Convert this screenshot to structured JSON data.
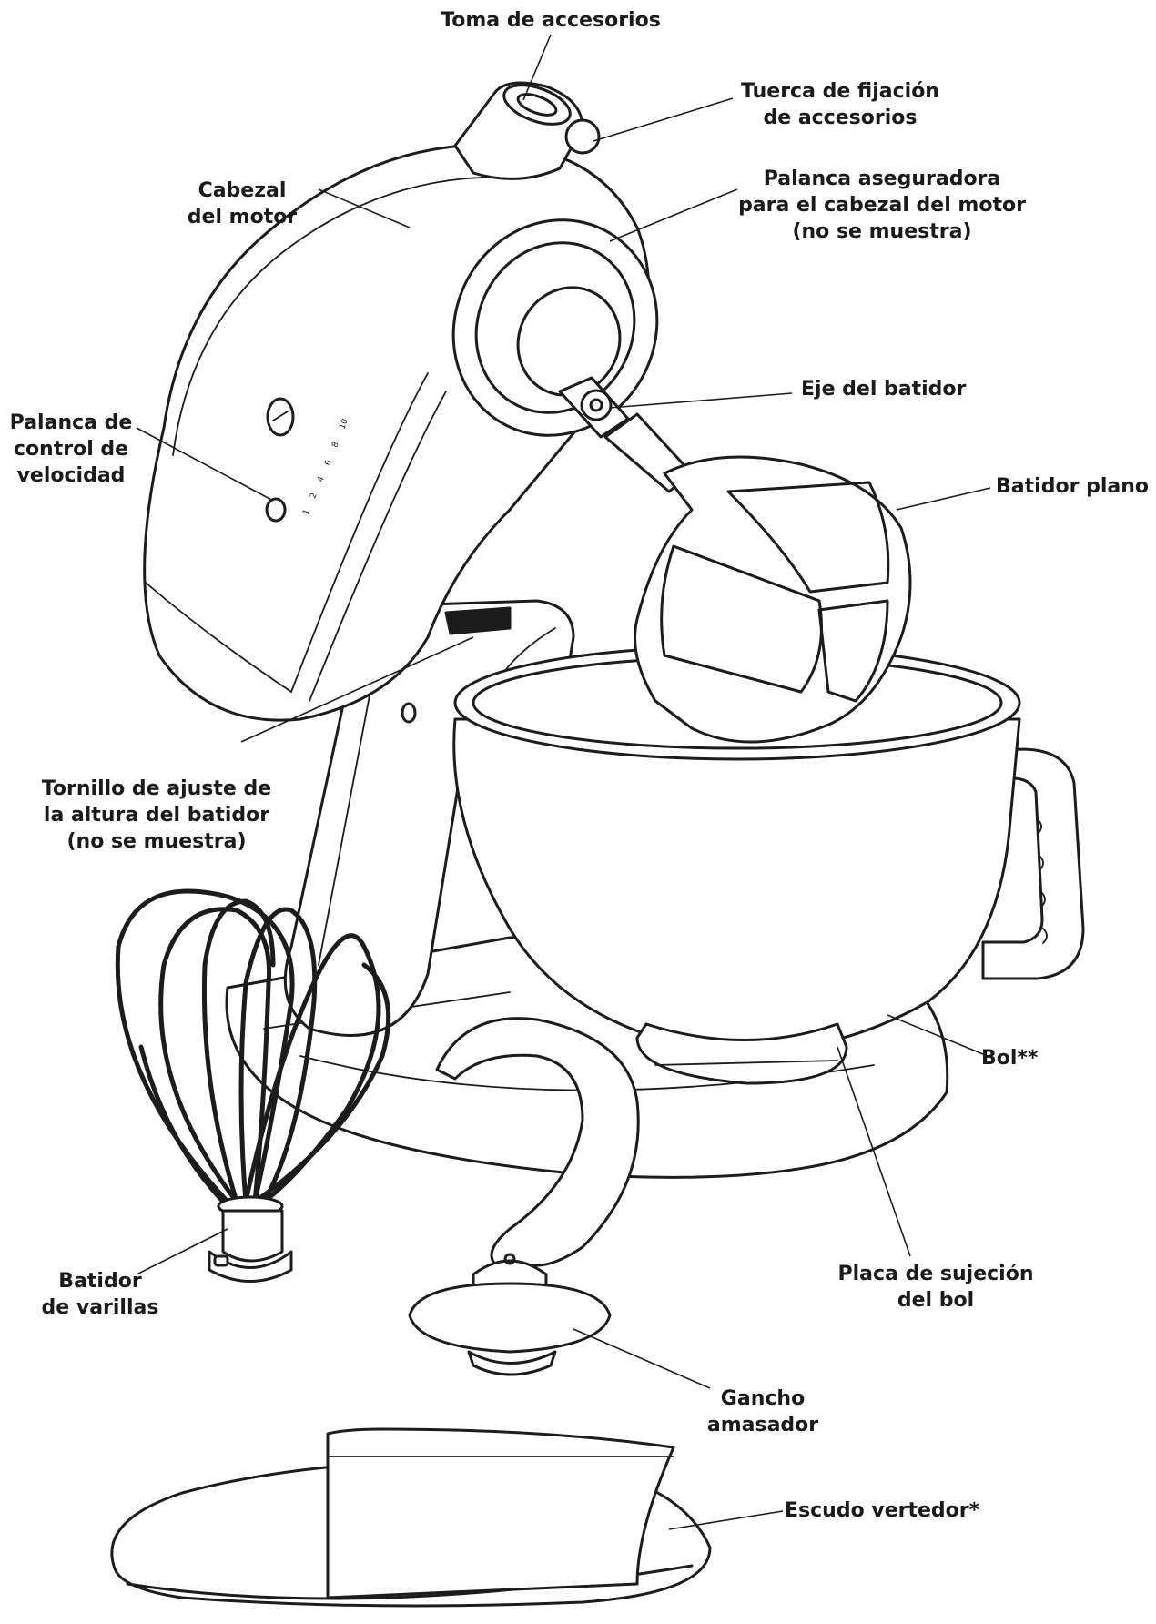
{
  "labels": {
    "toma_accesorios": "Toma de accesorios",
    "tuerca_fijacion": [
      "Tuerca de fijación",
      "de accesorios"
    ],
    "palanca_aseguradora": [
      "Palanca aseguradora",
      "para el cabezal del motor",
      "(no se muestra)"
    ],
    "cabezal_motor": [
      "Cabezal",
      "del motor"
    ],
    "palanca_velocidad": [
      "Palanca de",
      "control de",
      "velocidad"
    ],
    "eje_batidor": "Eje del batidor",
    "batidor_plano": "Batidor plano",
    "tornillo_ajuste": [
      "Tornillo de ajuste de",
      "la altura del batidor",
      "(no se muestra)"
    ],
    "bol": "Bol**",
    "batidor_varillas": [
      "Batidor",
      "de varillas"
    ],
    "placa_sujecion": [
      "Placa de sujeción",
      "del bol"
    ],
    "gancho_amasador": [
      "Gancho",
      "amasador"
    ],
    "escudo_vertedor": "Escudo vertedor*"
  },
  "speed_dial": [
    "10",
    "8",
    "6",
    "4",
    "2",
    "1"
  ]
}
